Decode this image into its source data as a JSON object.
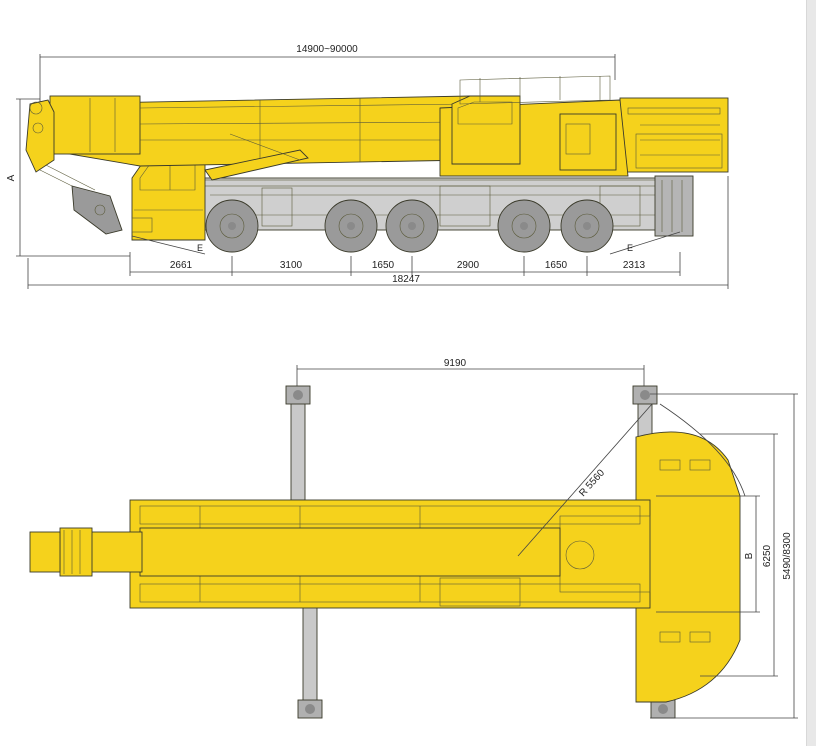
{
  "colors": {
    "crane_yellow": "#f5d21c",
    "chassis_grey": "#c9c9c9",
    "tire_grey": "#9a9a9a",
    "dim_line": "#444444",
    "scrollbar": "#e8e8e8"
  },
  "side_view": {
    "boom_length_range": "14900~90000",
    "height_label": "A",
    "left_angle_label": "E",
    "right_angle_label": "E",
    "axle_spacings": [
      "2661",
      "3100",
      "1650",
      "2900",
      "1650",
      "2313"
    ],
    "overall_length": "18247"
  },
  "top_view": {
    "outrigger_spacing": "9190",
    "swing_radius": "R 5560",
    "width_label": "B",
    "outrigger_width_inner": "6250",
    "outrigger_width_outer": "5490/8300"
  }
}
